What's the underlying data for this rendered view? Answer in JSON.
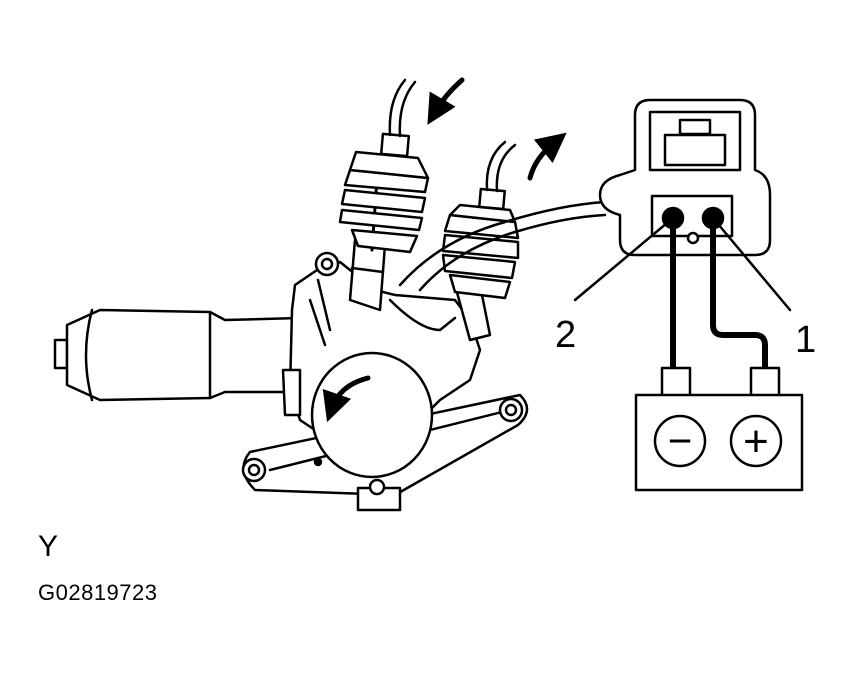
{
  "diagram": {
    "callouts": [
      {
        "id": "1",
        "text": "1"
      },
      {
        "id": "2",
        "text": "2"
      }
    ],
    "battery": {
      "negative_symbol": "−",
      "positive_symbol": "+"
    },
    "view_letter": "Y",
    "figure_code": "G02819723"
  },
  "icons": [
    "rotation-arrow-icon",
    "battery-icon",
    "connector-icon"
  ],
  "colors": {
    "line": "#000000",
    "background": "#ffffff"
  }
}
